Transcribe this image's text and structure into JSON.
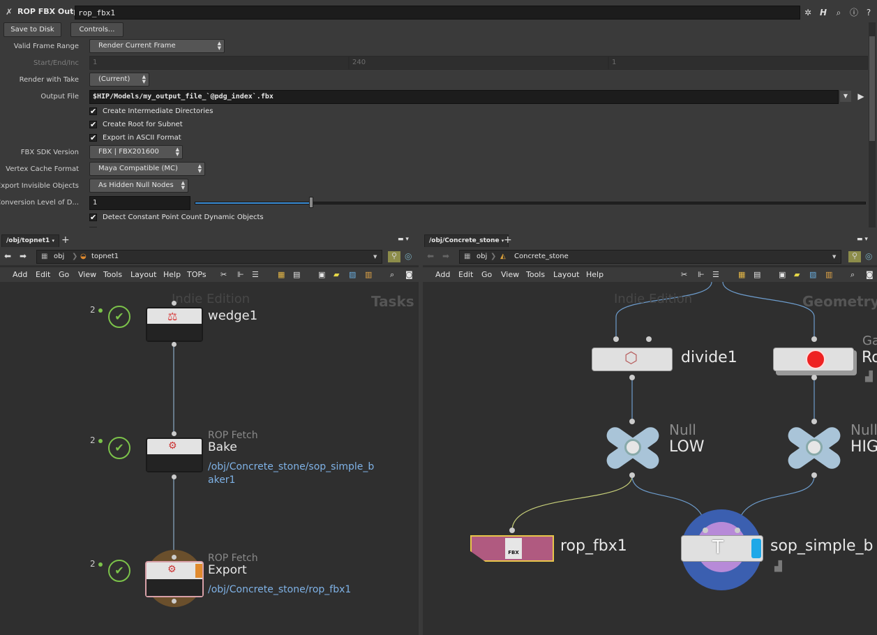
{
  "param_pane": {
    "node_type": "ROP FBX Output",
    "node_name": "rop_fbx1",
    "save_button": "Save to Disk",
    "controls_button": "Controls...",
    "params": {
      "valid_frame_range": {
        "label": "Valid Frame Range",
        "value": "Render Current Frame"
      },
      "start_end_inc": {
        "label": "Start/End/Inc",
        "values": [
          "1",
          "240",
          "1"
        ]
      },
      "render_with_take": {
        "label": "Render with Take",
        "value": "(Current)"
      },
      "output_file": {
        "label": "Output File",
        "value": "$HIP/Models/my_output_file_`@pdg_index`.fbx"
      },
      "create_dirs": "Create Intermediate Directories",
      "create_root": "Create Root for Subnet",
      "export_ascii": "Export in ASCII Format",
      "fbx_sdk_version": {
        "label": "FBX SDK Version",
        "value": "FBX | FBX201600"
      },
      "vertex_cache_format": {
        "label": "Vertex Cache Format",
        "value": "Maya Compatible (MC)"
      },
      "export_invisible": {
        "label": "Export Invisible Objects",
        "value": "As Hidden Null Nodes"
      },
      "conversion_level": {
        "label": "Conversion Level of D...",
        "value": "1",
        "slider_fraction": 0.173
      },
      "detect_constant": "Detect Constant Point Count Dynamic Objects"
    }
  },
  "left_pane": {
    "tab": "/obj/topnet1",
    "path": [
      "obj",
      "topnet1"
    ],
    "menu": [
      "Add",
      "Edit",
      "Go",
      "View",
      "Tools",
      "Layout",
      "Help",
      "TOPs"
    ],
    "watermark": "Indie Edition",
    "context": "Tasks",
    "nodes": [
      {
        "count": "2",
        "type": "",
        "name": "wedge1",
        "path": ""
      },
      {
        "count": "2",
        "type": "ROP Fetch",
        "name": "Bake",
        "path_lines": [
          "/obj/Concrete_stone/sop_simple_b",
          "aker1"
        ]
      },
      {
        "count": "2",
        "type": "ROP Fetch",
        "name": "Export",
        "path": "/obj/Concrete_stone/rop_fbx1"
      }
    ]
  },
  "right_pane": {
    "tab": "/obj/Concrete_stone",
    "path": [
      "obj",
      "Concrete_stone"
    ],
    "menu": [
      "Add",
      "Edit",
      "Go",
      "View",
      "Tools",
      "Layout",
      "Help"
    ],
    "watermark": "Indie Edition",
    "context": "Geometry",
    "nodes": [
      {
        "type": "",
        "name": "divide1"
      },
      {
        "type": "Ga",
        "name": "Ro"
      },
      {
        "type": "Null",
        "name": "LOW"
      },
      {
        "type": "Null",
        "name": "HIG"
      },
      {
        "type": "",
        "name": "rop_fbx1"
      },
      {
        "type": "",
        "name": "sop_simple_b"
      }
    ]
  },
  "icons": {
    "fbx": "FBX"
  },
  "colors": {
    "accent_blue": "#3b8fd9",
    "rop_pink": "#b05a80",
    "rop_border": "#e8c64a",
    "check_green": "#7cc34a",
    "link_blue": "#7fb2e6"
  }
}
